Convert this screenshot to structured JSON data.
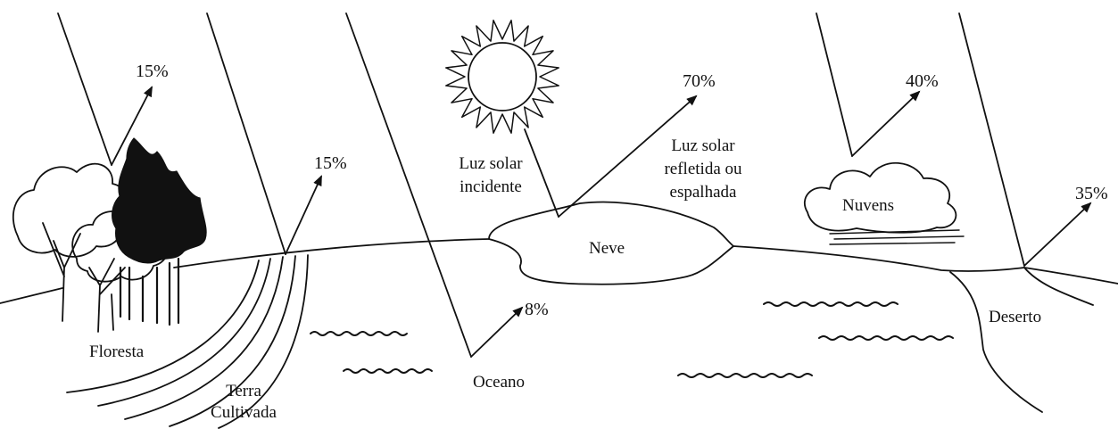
{
  "labels": {
    "floresta": "Floresta",
    "terra_1": "Terra",
    "terra_2": "Cultivada",
    "oceano": "Oceano",
    "neve": "Neve",
    "deserto": "Deserto",
    "nuvens": "Nuvens",
    "incidente_1": "Luz solar",
    "incidente_2": "incidente",
    "refletida_1": "Luz solar",
    "refletida_2": "refletida ou",
    "refletida_3": "espalhada"
  },
  "albedo": {
    "floresta": "15%",
    "terra_cultivada": "15%",
    "oceano": "8%",
    "neve": "70%",
    "nuvens": "40%",
    "deserto": "35%"
  },
  "colors": {
    "ink": "#111111",
    "background": "#ffffff"
  }
}
